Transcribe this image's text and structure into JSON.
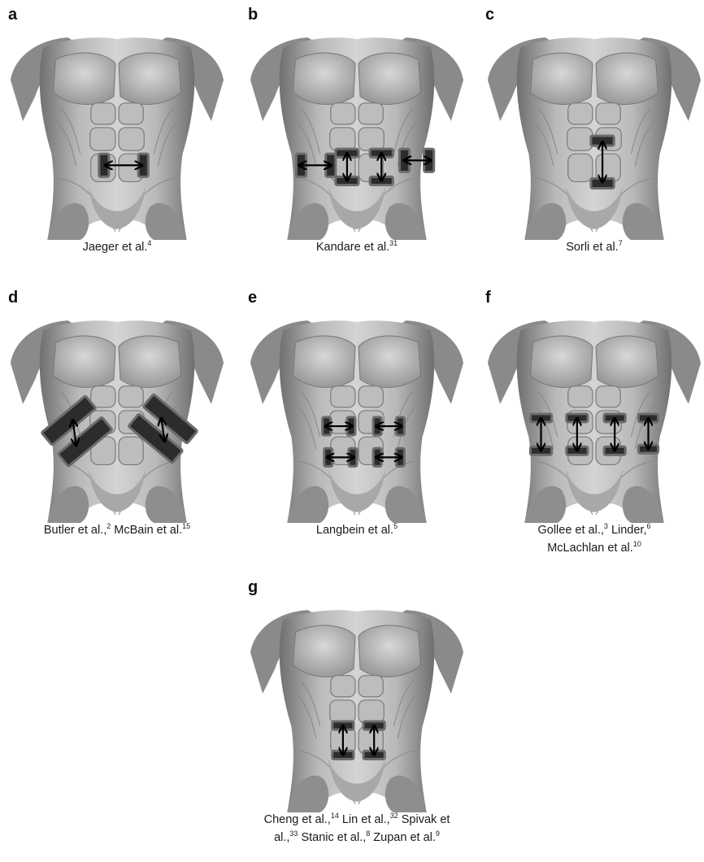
{
  "panels": [
    {
      "letter": "a",
      "caption": [
        {
          "text": "Jaeger et al.",
          "ref": "4"
        }
      ],
      "caption2": []
    },
    {
      "letter": "b",
      "caption": [
        {
          "text": "Kandare et al.",
          "ref": "31"
        }
      ],
      "caption2": []
    },
    {
      "letter": "c",
      "caption": [
        {
          "text": "Sorli et al.",
          "ref": "7"
        }
      ],
      "caption2": []
    },
    {
      "letter": "d",
      "caption": [
        {
          "text": "Butler et al.,",
          "ref": "2"
        },
        {
          "text": " McBain et al.",
          "ref": "15"
        }
      ],
      "caption2": []
    },
    {
      "letter": "e",
      "caption": [
        {
          "text": "Langbein et al.",
          "ref": "5"
        }
      ],
      "caption2": []
    },
    {
      "letter": "f",
      "caption": [
        {
          "text": "Gollee et al.,",
          "ref": "3"
        },
        {
          "text": " Linder,",
          "ref": "6"
        }
      ],
      "caption2": [
        {
          "text": "McLachlan et al.",
          "ref": "10"
        }
      ]
    },
    {
      "letter": "g",
      "caption": [
        {
          "text": "Cheng et al.,",
          "ref": "14"
        },
        {
          "text": " Lin et al.,",
          "ref": "32"
        },
        {
          "text": " Spivak et",
          "ref": ""
        }
      ],
      "caption2": [
        {
          "text": "al.,",
          "ref": "33"
        },
        {
          "text": " Stanic et al.,",
          "ref": "8"
        },
        {
          "text": " Zupan et al.",
          "ref": "9"
        }
      ]
    }
  ]
}
